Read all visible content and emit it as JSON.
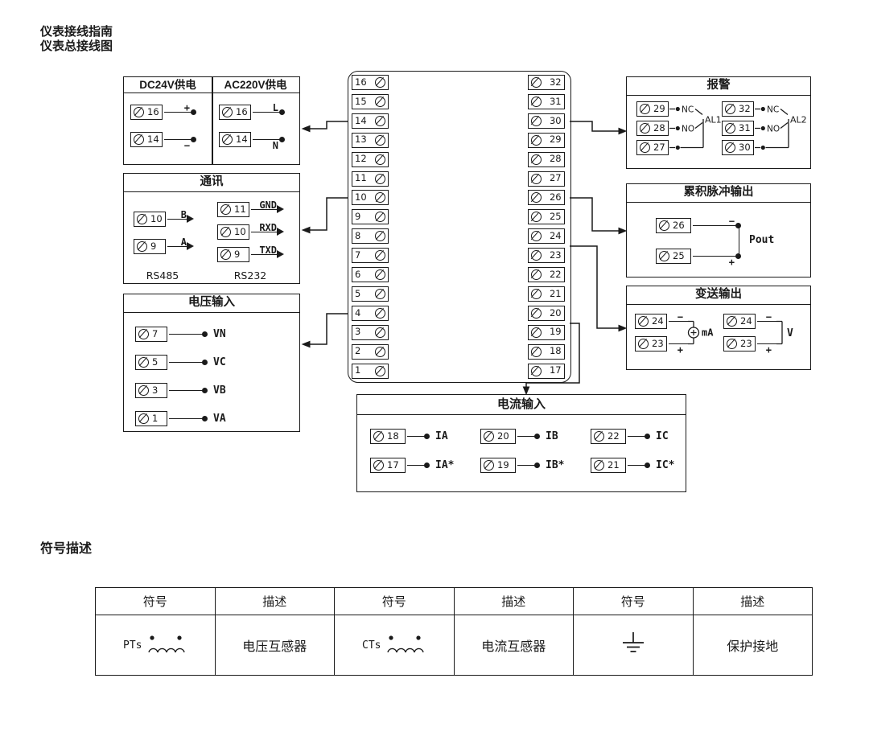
{
  "page": {
    "heading_line1": "仪表接线指南",
    "heading_line2": "仪表总接线图",
    "symbols_heading": "符号描述"
  },
  "colors": {
    "line": "#1a1a1a",
    "bg": "#ffffff"
  },
  "center_block": {
    "left_terminals": [
      "16",
      "15",
      "14",
      "13",
      "12",
      "11",
      "10",
      "9",
      "8",
      "7",
      "6",
      "5",
      "4",
      "3",
      "2",
      "1"
    ],
    "right_terminals": [
      "32",
      "31",
      "30",
      "29",
      "28",
      "27",
      "26",
      "25",
      "24",
      "23",
      "22",
      "21",
      "20",
      "19",
      "18",
      "17"
    ]
  },
  "power_box": {
    "dc_title": "DC24V供电",
    "ac_title": "AC220V供电",
    "dc_rows": [
      {
        "num": "16",
        "label": "+"
      },
      {
        "num": "14",
        "label": "−"
      }
    ],
    "ac_rows": [
      {
        "num": "16",
        "label": "L"
      },
      {
        "num": "14",
        "label": "N"
      }
    ]
  },
  "comm_box": {
    "title": "通讯",
    "rs485_rows": [
      {
        "num": "10",
        "label": "B"
      },
      {
        "num": "9",
        "label": "A"
      }
    ],
    "rs485_caption": "RS485",
    "rs232_rows": [
      {
        "num": "11",
        "label": "GND"
      },
      {
        "num": "10",
        "label": "RXD"
      },
      {
        "num": "9",
        "label": "TXD"
      }
    ],
    "rs232_caption": "RS232"
  },
  "voltage_box": {
    "title": "电压输入",
    "rows": [
      {
        "num": "7",
        "label": "VN"
      },
      {
        "num": "5",
        "label": "VC"
      },
      {
        "num": "3",
        "label": "VB"
      },
      {
        "num": "1",
        "label": "VA"
      }
    ]
  },
  "alarm_box": {
    "title": "报警",
    "groups": [
      {
        "name": "AL1",
        "nc_terminal": "29",
        "no_terminal": "28",
        "com_terminal": "27",
        "nc_label": "NC",
        "no_label": "NO"
      },
      {
        "name": "AL2",
        "nc_terminal": "32",
        "no_terminal": "31",
        "com_terminal": "30",
        "nc_label": "NC",
        "no_label": "NO"
      }
    ]
  },
  "pulse_box": {
    "title": "累积脉冲输出",
    "rows": [
      {
        "num": "26",
        "label": "−"
      },
      {
        "num": "25",
        "label": "+"
      }
    ],
    "output_label": "Pout"
  },
  "transmit_box": {
    "title": "变送输出",
    "groups": [
      {
        "rows": [
          {
            "num": "24",
            "label": "−"
          },
          {
            "num": "23",
            "label": "+"
          }
        ],
        "unit": "mA"
      },
      {
        "rows": [
          {
            "num": "24",
            "label": "−"
          },
          {
            "num": "23",
            "label": "+"
          }
        ],
        "unit": "V"
      }
    ]
  },
  "current_box": {
    "title": "电流输入",
    "rows": [
      [
        {
          "num": "18",
          "label": "IA"
        },
        {
          "num": "20",
          "label": "IB"
        },
        {
          "num": "22",
          "label": "IC"
        }
      ],
      [
        {
          "num": "17",
          "label": "IA*"
        },
        {
          "num": "19",
          "label": "IB*"
        },
        {
          "num": "21",
          "label": "IC*"
        }
      ]
    ]
  },
  "symbol_table": {
    "headers": [
      "符号",
      "描述",
      "符号",
      "描述",
      "符号",
      "描述"
    ],
    "pt_label": "PTs",
    "pt_desc": "电压互感器",
    "ct_label": "CTs",
    "ct_desc": "电流互感器",
    "ground_desc": "保护接地"
  }
}
